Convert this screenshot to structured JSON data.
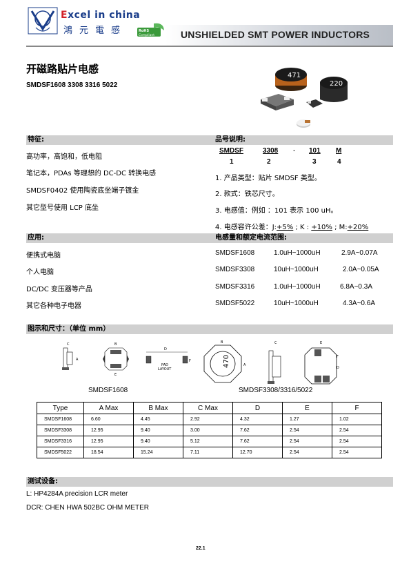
{
  "header": {
    "brand_en_prefix": "E",
    "brand_en_rest": "xcel in china",
    "brand_cn": "鴻元電感",
    "rohs_top": "RoHS",
    "rohs_bottom": "Compliant",
    "title": "UNSHIELDED SMT POWER INDUCTORS"
  },
  "product": {
    "title_cn": "开磁路贴片电感",
    "models": "SMDSF1608 3308 3316 5022",
    "photo_labels": [
      "471",
      "220"
    ]
  },
  "features": {
    "heading": "特征:",
    "items": [
      "高功率，高饱和，低电阻",
      "笔记本，PDAs 等理想的 DC-DC 转换电感",
      "SMDSF0402 使用陶瓷底坐端子镀金",
      "其它型号使用 LCP 底坐"
    ]
  },
  "part_number": {
    "heading": "品号说明:",
    "codes": [
      "SMDSF",
      "3308",
      "-",
      "101",
      "M"
    ],
    "indices": [
      "1",
      "2",
      "3",
      "4"
    ],
    "notes": [
      "1. 产品类型：贴片 SMDSF 类型。",
      "2. 款式：铁芯尺寸。",
      "3. 电感值：例如 ：101 表示 100 uH。"
    ],
    "tolerance_prefix": "4. 电感容许公差：J:",
    "tolerance_j": "+5%",
    "tolerance_k_prefix": " ; K : ",
    "tolerance_k": "+10%",
    "tolerance_m_prefix": " ; M:",
    "tolerance_m": "+20%"
  },
  "applications": {
    "heading": "应用:",
    "items": [
      "便携式电脑",
      "个人电脑",
      "DC/DC  变压器等产品",
      "其它各种电子电器"
    ]
  },
  "ratings": {
    "heading": "电感量和额定电流范围:",
    "rows": [
      {
        "model": "SMDSF1608",
        "inductance": "1.0uH~1000uH",
        "current": "2.9A~0.07A"
      },
      {
        "model": "SMDSF3308",
        "inductance": "10uH~1000uH",
        "current": "2.0A~0.05A"
      },
      {
        "model": "SMDSF3316",
        "inductance": "1.0uH~1000uH",
        "current": "6.8A~0.3A"
      },
      {
        "model": "SMDSF5022",
        "inductance": "10uH~1000uH",
        "current": "4.3A~0.6A"
      }
    ]
  },
  "dimensions": {
    "heading": "图示和尺寸：（单位 mm）",
    "caption_left": "SMDSF1608",
    "caption_right": "SMDSF3308/3316/5022",
    "drawing_letters": [
      "C",
      "B",
      "A",
      "D",
      "E",
      "F"
    ],
    "pad_label": "PAD",
    "layout_label": "LAYOUT",
    "part_marking": "470",
    "columns": [
      "Type",
      "A Max",
      "B Max",
      "C Max",
      "D",
      "E",
      "F"
    ],
    "rows": [
      [
        "SMDSF1608",
        "6.60",
        "4.45",
        "2.92",
        "4.32",
        "1.27",
        "1.02"
      ],
      [
        "SMDSF3308",
        "12.95",
        "9.40",
        "3.00",
        "7.62",
        "2.54",
        "2.54"
      ],
      [
        "SMDSF3316",
        "12.95",
        "9.40",
        "5.12",
        "7.62",
        "2.54",
        "2.54"
      ],
      [
        "SMDSF5022",
        "18.54",
        "15.24",
        "7.11",
        "12.70",
        "2.54",
        "2.54"
      ]
    ]
  },
  "test_equipment": {
    "heading": "测试设备:",
    "items": [
      "L:    HP4284A precision LCR meter",
      "DCR: CHEN HWA 502BC OHM METER"
    ]
  },
  "footer": {
    "page": "22.1"
  },
  "colors": {
    "brand_blue": "#1a3d8a",
    "brand_red": "#d21f26",
    "section_bar": "#d0d0d0",
    "copper": "#b8621c"
  }
}
